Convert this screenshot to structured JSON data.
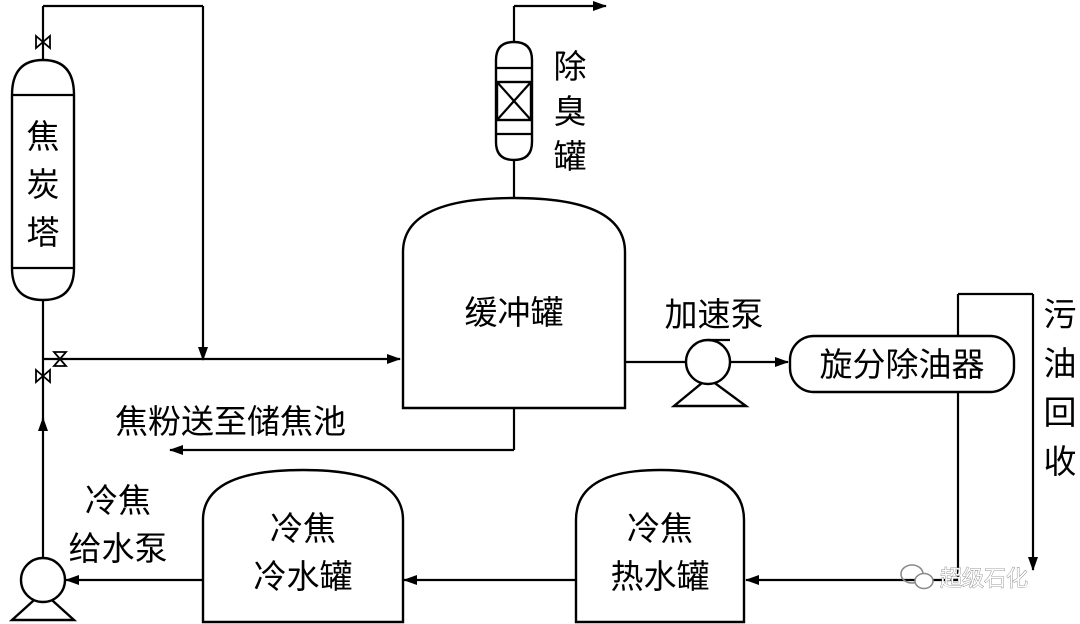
{
  "equipment": {
    "coke_tower": "焦炭塔",
    "deodor_tank": "除臭罐",
    "buffer_tank": "缓冲罐",
    "boost_pump": "加速泵",
    "oil_separator": "旋分除油器",
    "cold_water_tank_line1": "冷焦",
    "cold_water_tank_line2": "冷水罐",
    "hot_water_tank_line1": "冷焦",
    "hot_water_tank_line2": "热水罐",
    "feed_pump_line1": "冷焦",
    "feed_pump_line2": "给水泵"
  },
  "streams": {
    "coke_powder": "焦粉送至储焦池",
    "dirty_oil": "污油回收"
  },
  "watermark": "超级石化"
}
